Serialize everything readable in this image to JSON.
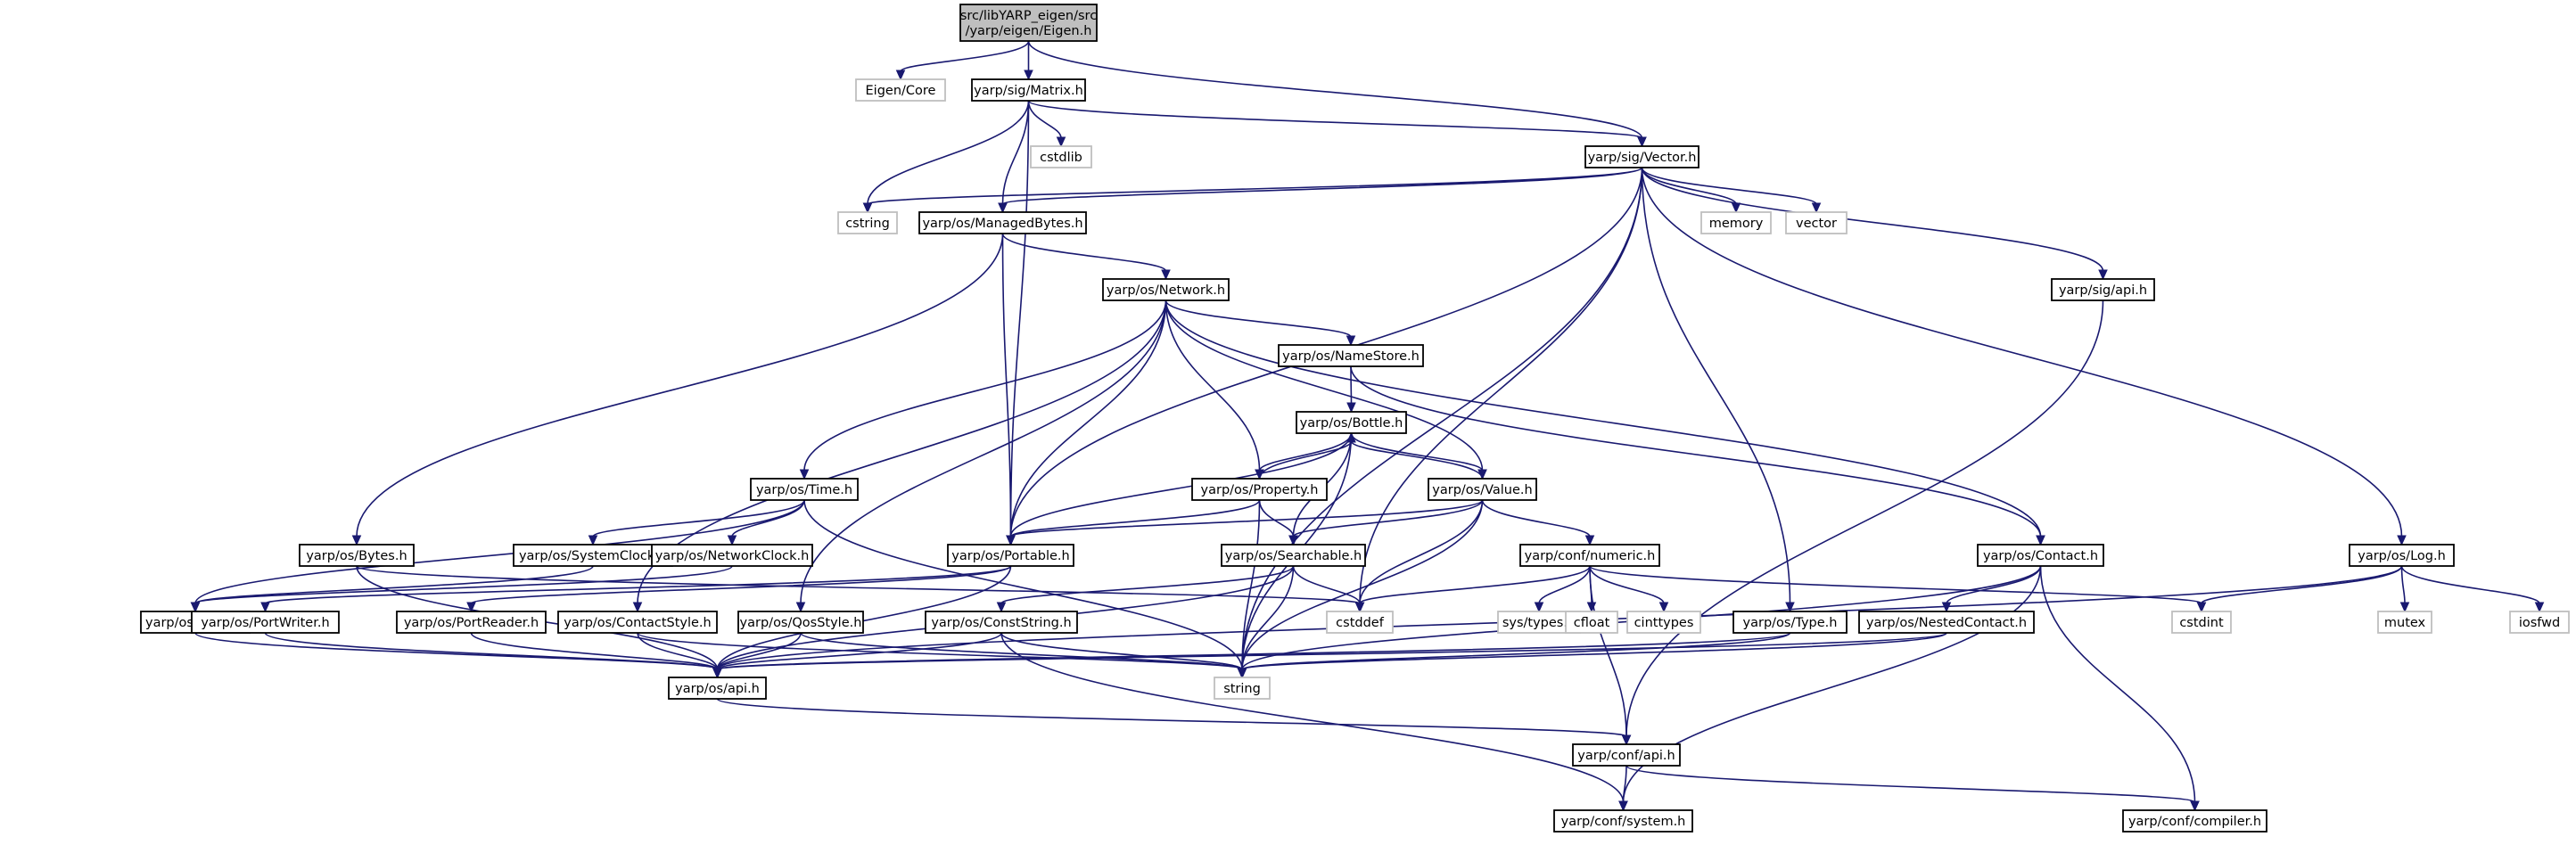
{
  "colors": {
    "edge": "#191970",
    "root_fill": "#bfbfbf",
    "project_border": "#000000",
    "system_border": "#bfbfbf"
  },
  "nodes": [
    {
      "id": "root",
      "lines": [
        "src/libYARP_eigen/src",
        "/yarp/eigen/Eigen.h"
      ],
      "kind": "header"
    },
    {
      "id": "eigencore",
      "lines": [
        "Eigen/Core"
      ],
      "kind": "system"
    },
    {
      "id": "matrix",
      "lines": [
        "yarp/sig/Matrix.h"
      ],
      "kind": "project"
    },
    {
      "id": "cstdlib",
      "lines": [
        "cstdlib"
      ],
      "kind": "system"
    },
    {
      "id": "vector",
      "lines": [
        "yarp/sig/Vector.h"
      ],
      "kind": "project"
    },
    {
      "id": "cstring",
      "lines": [
        "cstring"
      ],
      "kind": "system"
    },
    {
      "id": "managedbytes",
      "lines": [
        "yarp/os/ManagedBytes.h"
      ],
      "kind": "project"
    },
    {
      "id": "memory",
      "lines": [
        "memory"
      ],
      "kind": "system"
    },
    {
      "id": "stdvector",
      "lines": [
        "vector"
      ],
      "kind": "system"
    },
    {
      "id": "sigapi",
      "lines": [
        "yarp/sig/api.h"
      ],
      "kind": "project"
    },
    {
      "id": "network",
      "lines": [
        "yarp/os/Network.h"
      ],
      "kind": "project"
    },
    {
      "id": "namestore",
      "lines": [
        "yarp/os/NameStore.h"
      ],
      "kind": "project"
    },
    {
      "id": "bottle",
      "lines": [
        "yarp/os/Bottle.h"
      ],
      "kind": "project"
    },
    {
      "id": "time",
      "lines": [
        "yarp/os/Time.h"
      ],
      "kind": "project"
    },
    {
      "id": "property",
      "lines": [
        "yarp/os/Property.h"
      ],
      "kind": "project"
    },
    {
      "id": "value",
      "lines": [
        "yarp/os/Value.h"
      ],
      "kind": "project"
    },
    {
      "id": "bytes",
      "lines": [
        "yarp/os/Bytes.h"
      ],
      "kind": "project"
    },
    {
      "id": "systemclock",
      "lines": [
        "yarp/os/SystemClock.h"
      ],
      "kind": "project"
    },
    {
      "id": "networkclock",
      "lines": [
        "yarp/os/NetworkClock.h"
      ],
      "kind": "project"
    },
    {
      "id": "portable",
      "lines": [
        "yarp/os/Portable.h"
      ],
      "kind": "project"
    },
    {
      "id": "searchable",
      "lines": [
        "yarp/os/Searchable.h"
      ],
      "kind": "project"
    },
    {
      "id": "numeric",
      "lines": [
        "yarp/conf/numeric.h"
      ],
      "kind": "project"
    },
    {
      "id": "contact",
      "lines": [
        "yarp/os/Contact.h"
      ],
      "kind": "project"
    },
    {
      "id": "log",
      "lines": [
        "yarp/os/Log.h"
      ],
      "kind": "project"
    },
    {
      "id": "clock",
      "lines": [
        "yarp/os/Clock.h"
      ],
      "kind": "project"
    },
    {
      "id": "portwriter",
      "lines": [
        "yarp/os/PortWriter.h"
      ],
      "kind": "project"
    },
    {
      "id": "portreader",
      "lines": [
        "yarp/os/PortReader.h"
      ],
      "kind": "project"
    },
    {
      "id": "contactstyle",
      "lines": [
        "yarp/os/ContactStyle.h"
      ],
      "kind": "project"
    },
    {
      "id": "qosstyle",
      "lines": [
        "yarp/os/QosStyle.h"
      ],
      "kind": "project"
    },
    {
      "id": "conststring",
      "lines": [
        "yarp/os/ConstString.h"
      ],
      "kind": "project"
    },
    {
      "id": "cstddef",
      "lines": [
        "cstddef"
      ],
      "kind": "system"
    },
    {
      "id": "systypes",
      "lines": [
        "sys/types.h"
      ],
      "kind": "system"
    },
    {
      "id": "cfloat",
      "lines": [
        "cfloat"
      ],
      "kind": "system"
    },
    {
      "id": "cinttypes",
      "lines": [
        "cinttypes"
      ],
      "kind": "system"
    },
    {
      "id": "type",
      "lines": [
        "yarp/os/Type.h"
      ],
      "kind": "project"
    },
    {
      "id": "nestedcontact",
      "lines": [
        "yarp/os/NestedContact.h"
      ],
      "kind": "project"
    },
    {
      "id": "cstdint",
      "lines": [
        "cstdint"
      ],
      "kind": "system"
    },
    {
      "id": "mutex",
      "lines": [
        "mutex"
      ],
      "kind": "system"
    },
    {
      "id": "iosfwd",
      "lines": [
        "iosfwd"
      ],
      "kind": "system"
    },
    {
      "id": "osapi",
      "lines": [
        "yarp/os/api.h"
      ],
      "kind": "project"
    },
    {
      "id": "string",
      "lines": [
        "string"
      ],
      "kind": "system"
    },
    {
      "id": "confapi",
      "lines": [
        "yarp/conf/api.h"
      ],
      "kind": "project"
    },
    {
      "id": "system",
      "lines": [
        "yarp/conf/system.h"
      ],
      "kind": "project"
    },
    {
      "id": "compiler",
      "lines": [
        "yarp/conf/compiler.h"
      ],
      "kind": "project"
    }
  ],
  "edges": [
    [
      "root",
      "eigencore"
    ],
    [
      "root",
      "matrix"
    ],
    [
      "root",
      "vector"
    ],
    [
      "matrix",
      "cstdlib"
    ],
    [
      "matrix",
      "vector"
    ],
    [
      "matrix",
      "cstring"
    ],
    [
      "matrix",
      "managedbytes"
    ],
    [
      "matrix",
      "portable"
    ],
    [
      "vector",
      "cstring"
    ],
    [
      "vector",
      "managedbytes"
    ],
    [
      "vector",
      "memory"
    ],
    [
      "vector",
      "stdvector"
    ],
    [
      "vector",
      "sigapi"
    ],
    [
      "vector",
      "log"
    ],
    [
      "vector",
      "portable"
    ],
    [
      "vector",
      "type"
    ],
    [
      "vector",
      "string"
    ],
    [
      "vector",
      "cstddef"
    ],
    [
      "managedbytes",
      "network"
    ],
    [
      "managedbytes",
      "bytes"
    ],
    [
      "managedbytes",
      "portable"
    ],
    [
      "sigapi",
      "confapi"
    ],
    [
      "network",
      "namestore"
    ],
    [
      "network",
      "time"
    ],
    [
      "network",
      "property"
    ],
    [
      "network",
      "value"
    ],
    [
      "network",
      "contact"
    ],
    [
      "network",
      "portable"
    ],
    [
      "network",
      "contactstyle"
    ],
    [
      "network",
      "qosstyle"
    ],
    [
      "namestore",
      "bottle"
    ],
    [
      "namestore",
      "contact"
    ],
    [
      "bottle",
      "property"
    ],
    [
      "bottle",
      "value"
    ],
    [
      "bottle",
      "portable"
    ],
    [
      "bottle",
      "searchable"
    ],
    [
      "bottle",
      "string"
    ],
    [
      "property",
      "bottle"
    ],
    [
      "property",
      "portable"
    ],
    [
      "property",
      "searchable"
    ],
    [
      "property",
      "string"
    ],
    [
      "value",
      "bottle"
    ],
    [
      "value",
      "portable"
    ],
    [
      "value",
      "searchable"
    ],
    [
      "value",
      "numeric"
    ],
    [
      "value",
      "cstddef"
    ],
    [
      "value",
      "string"
    ],
    [
      "time",
      "systemclock"
    ],
    [
      "time",
      "networkclock"
    ],
    [
      "time",
      "clock"
    ],
    [
      "time",
      "string"
    ],
    [
      "systemclock",
      "clock"
    ],
    [
      "networkclock",
      "clock"
    ],
    [
      "bytes",
      "osapi"
    ],
    [
      "bytes",
      "cstddef"
    ],
    [
      "portable",
      "portwriter"
    ],
    [
      "portable",
      "portreader"
    ],
    [
      "portable",
      "osapi"
    ],
    [
      "searchable",
      "conststring"
    ],
    [
      "searchable",
      "osapi"
    ],
    [
      "searchable",
      "string"
    ],
    [
      "searchable",
      "cstddef"
    ],
    [
      "numeric",
      "systypes"
    ],
    [
      "numeric",
      "cfloat"
    ],
    [
      "numeric",
      "cinttypes"
    ],
    [
      "numeric",
      "cstddef"
    ],
    [
      "numeric",
      "cstdint"
    ],
    [
      "numeric",
      "confapi"
    ],
    [
      "contact",
      "nestedcontact"
    ],
    [
      "contact",
      "string"
    ],
    [
      "contact",
      "system"
    ],
    [
      "contact",
      "compiler"
    ],
    [
      "log",
      "cstdint"
    ],
    [
      "log",
      "mutex"
    ],
    [
      "log",
      "iosfwd"
    ],
    [
      "log",
      "osapi"
    ],
    [
      "clock",
      "osapi"
    ],
    [
      "portwriter",
      "osapi"
    ],
    [
      "portreader",
      "osapi"
    ],
    [
      "contactstyle",
      "osapi"
    ],
    [
      "contactstyle",
      "string"
    ],
    [
      "qosstyle",
      "osapi"
    ],
    [
      "qosstyle",
      "string"
    ],
    [
      "conststring",
      "osapi"
    ],
    [
      "conststring",
      "string"
    ],
    [
      "conststring",
      "system"
    ],
    [
      "type",
      "osapi"
    ],
    [
      "type",
      "string"
    ],
    [
      "nestedcontact",
      "osapi"
    ],
    [
      "nestedcontact",
      "string"
    ],
    [
      "osapi",
      "confapi"
    ],
    [
      "confapi",
      "system"
    ],
    [
      "confapi",
      "compiler"
    ]
  ]
}
